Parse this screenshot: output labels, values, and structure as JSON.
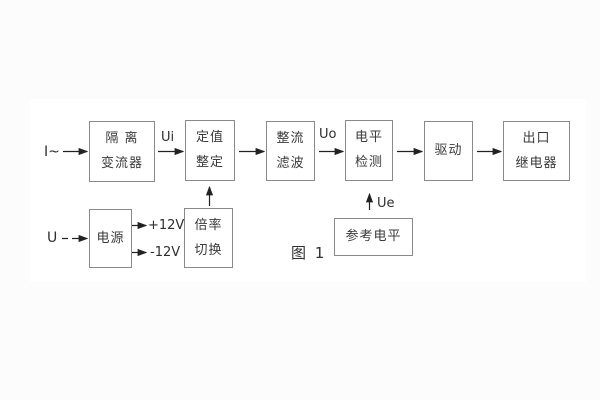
{
  "figure": {
    "caption": "图 1"
  },
  "blocks": {
    "isolation": {
      "line1": "隔 离",
      "line2": "变流器"
    },
    "setting": {
      "line1": "定值",
      "line2": "整定"
    },
    "rectify": {
      "line1": "整流",
      "line2": "滤波"
    },
    "level": {
      "line1": "电平",
      "line2": "检测"
    },
    "drive": {
      "label": "驱动"
    },
    "relay": {
      "line1": "出口",
      "line2": "继电器"
    },
    "power": {
      "label": "电源"
    },
    "ratio": {
      "line1": "倍率",
      "line2": "切换"
    },
    "reference": {
      "label": "参考电平"
    }
  },
  "signals": {
    "input_current": "I~",
    "input_voltage": "U",
    "ui": "Ui",
    "uo": "Uo",
    "ue": "Ue",
    "plus12": "+12V",
    "minus12": "-12V"
  },
  "colors": {
    "box_border": "#898989",
    "text": "#333333",
    "arrow": "#222222",
    "canvas": "#ffffff",
    "page_background": "#fcfcfc"
  }
}
